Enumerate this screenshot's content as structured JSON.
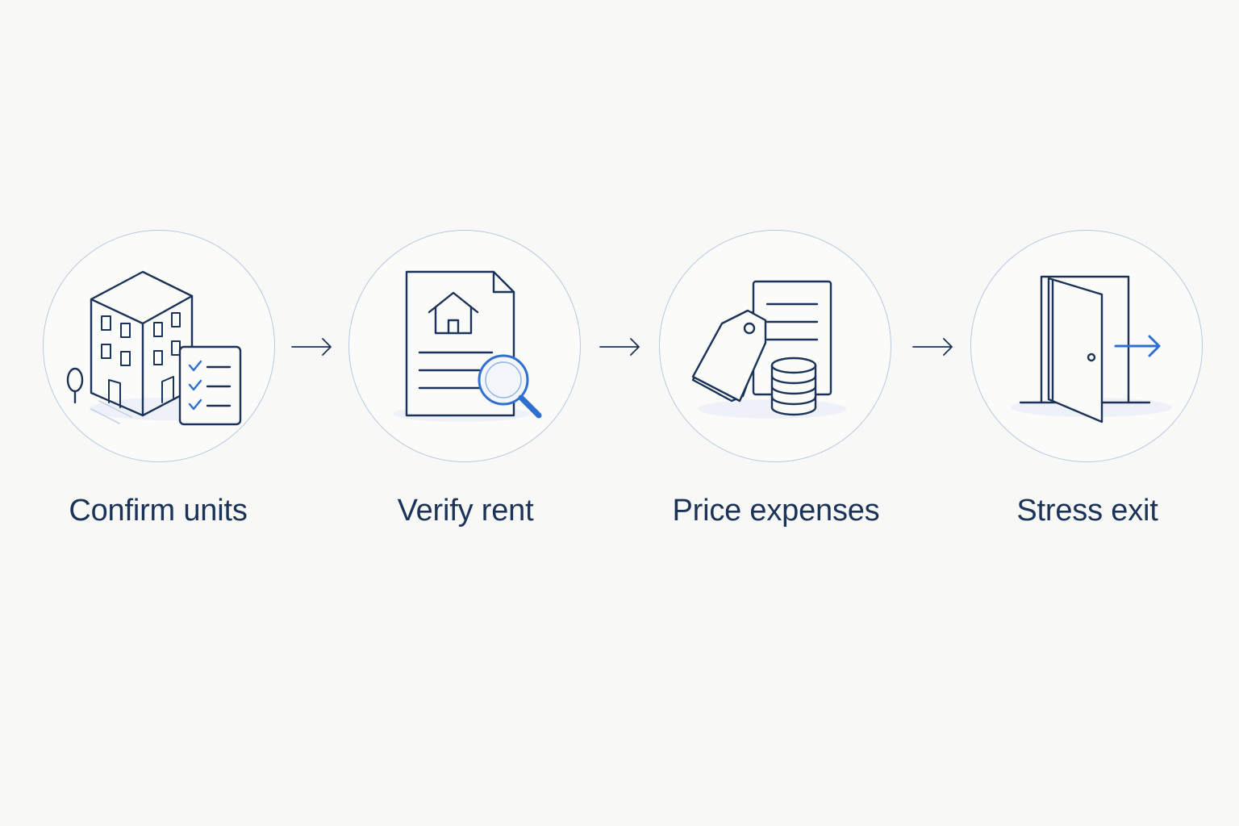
{
  "steps": [
    {
      "label": "Confirm units",
      "icon": "building-checklist-icon"
    },
    {
      "label": "Verify rent",
      "icon": "document-magnifier-icon"
    },
    {
      "label": "Price expenses",
      "icon": "price-tag-coins-icon"
    },
    {
      "label": "Stress exit",
      "icon": "open-door-exit-icon"
    }
  ],
  "colors": {
    "ink": "#1b3358",
    "accent": "#2f6fd0",
    "circle": "#b9c9df",
    "background": "#f8f8f6"
  }
}
